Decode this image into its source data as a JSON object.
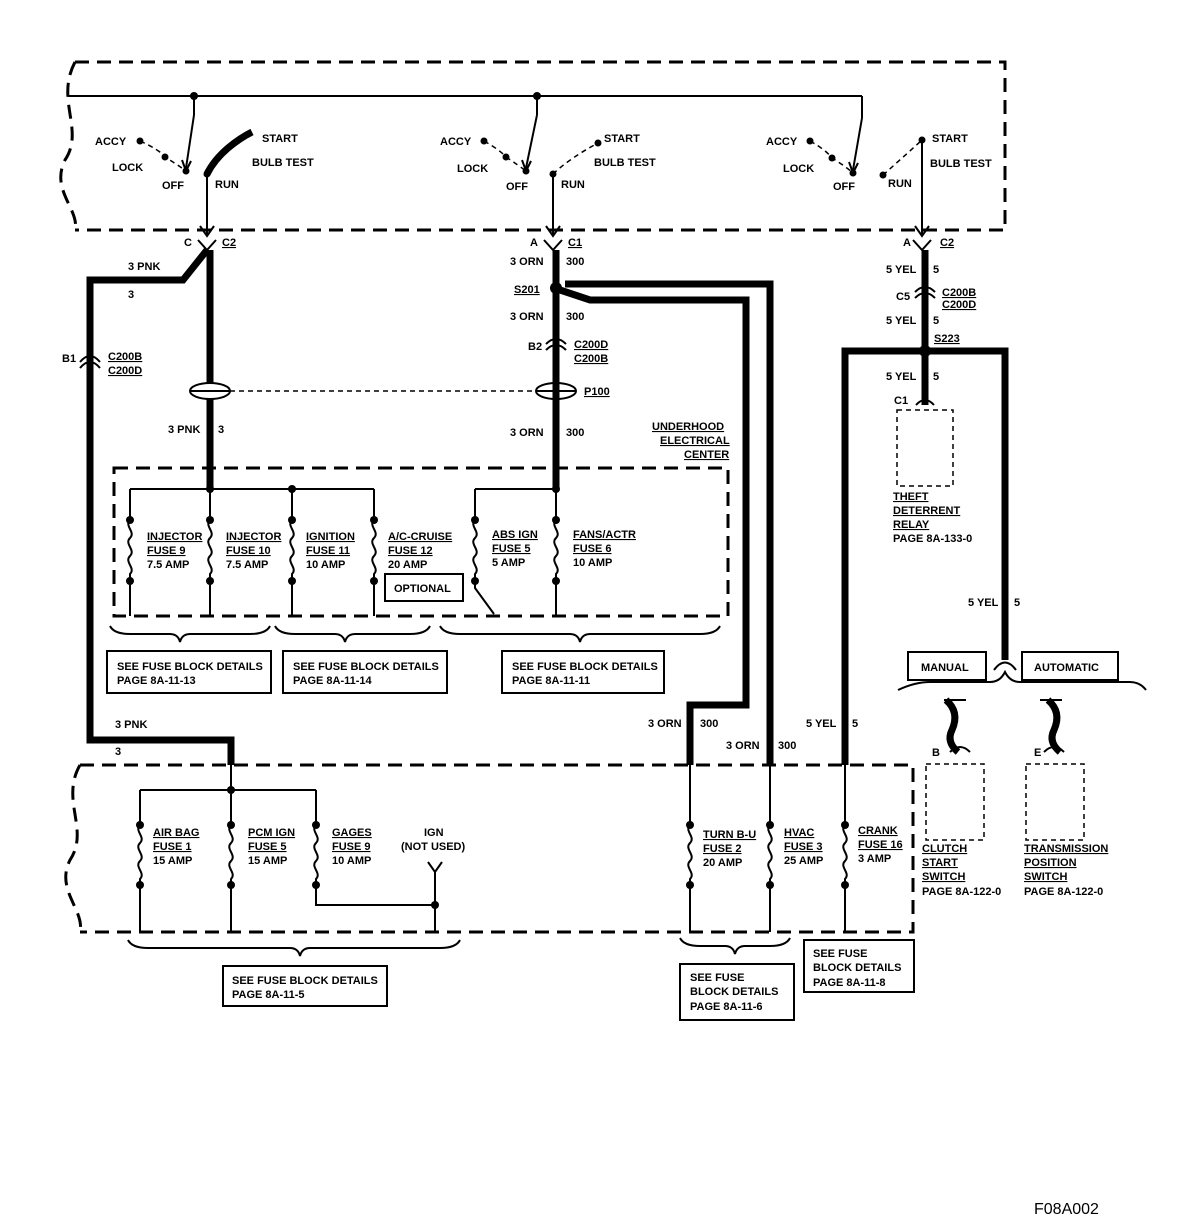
{
  "switch_labels": {
    "accy": "ACCY",
    "lock": "LOCK",
    "off": "OFF",
    "run": "RUN",
    "start": "START",
    "bulb_test": "BULB TEST"
  },
  "connectors": {
    "c": "C",
    "c2": "C2",
    "a": "A",
    "c1": "C1",
    "c200b": "C200B",
    "c200d": "C200D",
    "b1": "B1",
    "b2": "B2",
    "c5": "C5",
    "s201": "S201",
    "s223": "S223",
    "p100": "P100"
  },
  "wires": {
    "pnk_3": "3 PNK",
    "pnk_circuit": "3",
    "orn_3": "3 ORN",
    "orn_circuit": "300",
    "yel_5": "5 YEL",
    "yel_circuit": "5"
  },
  "underhood": {
    "title_line1": "UNDERHOOD",
    "title_line2": "ELECTRICAL",
    "title_line3": "CENTER",
    "optional": "OPTIONAL",
    "fuses": [
      {
        "name": "INJECTOR",
        "fuse": "FUSE 9",
        "amp": "7.5 AMP"
      },
      {
        "name": "INJECTOR",
        "fuse": "FUSE 10",
        "amp": "7.5 AMP"
      },
      {
        "name": "IGNITION",
        "fuse": "FUSE 11",
        "amp": "10 AMP"
      },
      {
        "name": "A/C-CRUISE",
        "fuse": "FUSE 12",
        "amp": "20 AMP"
      },
      {
        "name": "ABS IGN",
        "fuse": "FUSE 5",
        "amp": "5 AMP"
      },
      {
        "name": "FANS/ACTR",
        "fuse": "FUSE 6",
        "amp": "10 AMP"
      }
    ],
    "refs": [
      {
        "line1": "SEE FUSE BLOCK DETAILS",
        "line2": "PAGE 8A-11-13"
      },
      {
        "line1": "SEE FUSE BLOCK DETAILS",
        "line2": "PAGE 8A-11-14"
      },
      {
        "line1": "SEE FUSE BLOCK DETAILS",
        "line2": "PAGE 8A-11-11"
      }
    ]
  },
  "theft": {
    "connector": "C1",
    "line1": "THEFT",
    "line2": "DETERRENT",
    "line3": "RELAY",
    "page": "PAGE 8A-133-0"
  },
  "trans_select": {
    "manual": "MANUAL",
    "automatic": "AUTOMATIC"
  },
  "clutch": {
    "pin": "B",
    "line1": "CLUTCH",
    "line2": "START",
    "line3": "SWITCH",
    "page": "PAGE 8A-122-0"
  },
  "tps": {
    "pin": "E",
    "line1": "TRANSMISSION",
    "line2": "POSITION",
    "line3": "SWITCH",
    "page": "PAGE 8A-122-0"
  },
  "fuse_block": {
    "fuses": [
      {
        "name": "AIR BAG",
        "fuse": "FUSE 1",
        "amp": "15 AMP"
      },
      {
        "name": "PCM IGN",
        "fuse": "FUSE 5",
        "amp": "15 AMP"
      },
      {
        "name": "GAGES",
        "fuse": "FUSE 9",
        "amp": "10 AMP"
      },
      {
        "name": "TURN B-U",
        "fuse": "FUSE 2",
        "amp": "20 AMP"
      },
      {
        "name": "HVAC",
        "fuse": "FUSE 3",
        "amp": "25 AMP"
      },
      {
        "name": "CRANK",
        "fuse": "FUSE 16",
        "amp": "3 AMP"
      }
    ],
    "ign_label": "IGN",
    "ign_note": "(NOT USED)",
    "refs": [
      {
        "line1": "SEE FUSE BLOCK DETAILS",
        "line2": "PAGE 8A-11-5"
      },
      {
        "line1": "SEE FUSE",
        "line2": "BLOCK DETAILS",
        "line3": "PAGE 8A-11-6"
      },
      {
        "line1": "SEE FUSE",
        "line2": "BLOCK DETAILS",
        "line3": "PAGE 8A-11-8"
      }
    ]
  },
  "figure_code": "F08A002"
}
